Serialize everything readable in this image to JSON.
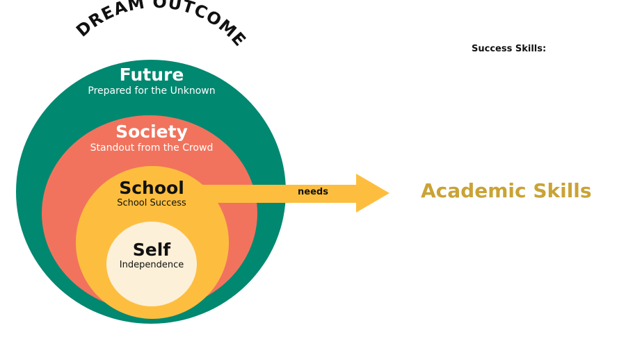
{
  "title": "DREAM OUTCOME",
  "layers": {
    "future": {
      "title": "Future",
      "subtitle": "Prepared for the Unknown"
    },
    "society": {
      "title": "Society",
      "subtitle": "Standout from the Crowd"
    },
    "school": {
      "title": "School",
      "subtitle": "School Success"
    },
    "self": {
      "title": "Self",
      "subtitle": "Independence"
    }
  },
  "arrow_label": "needs",
  "success_skills_label": "Success Skills:",
  "academic_skills_label": "Academic Skills",
  "colors": {
    "future": "#008870",
    "society": "#F1735D",
    "school": "#FDBE3F",
    "self": "#FCF0D8",
    "arrow": "#FDBE3F",
    "academic_skills": "#C9A336",
    "title": "#111111"
  }
}
